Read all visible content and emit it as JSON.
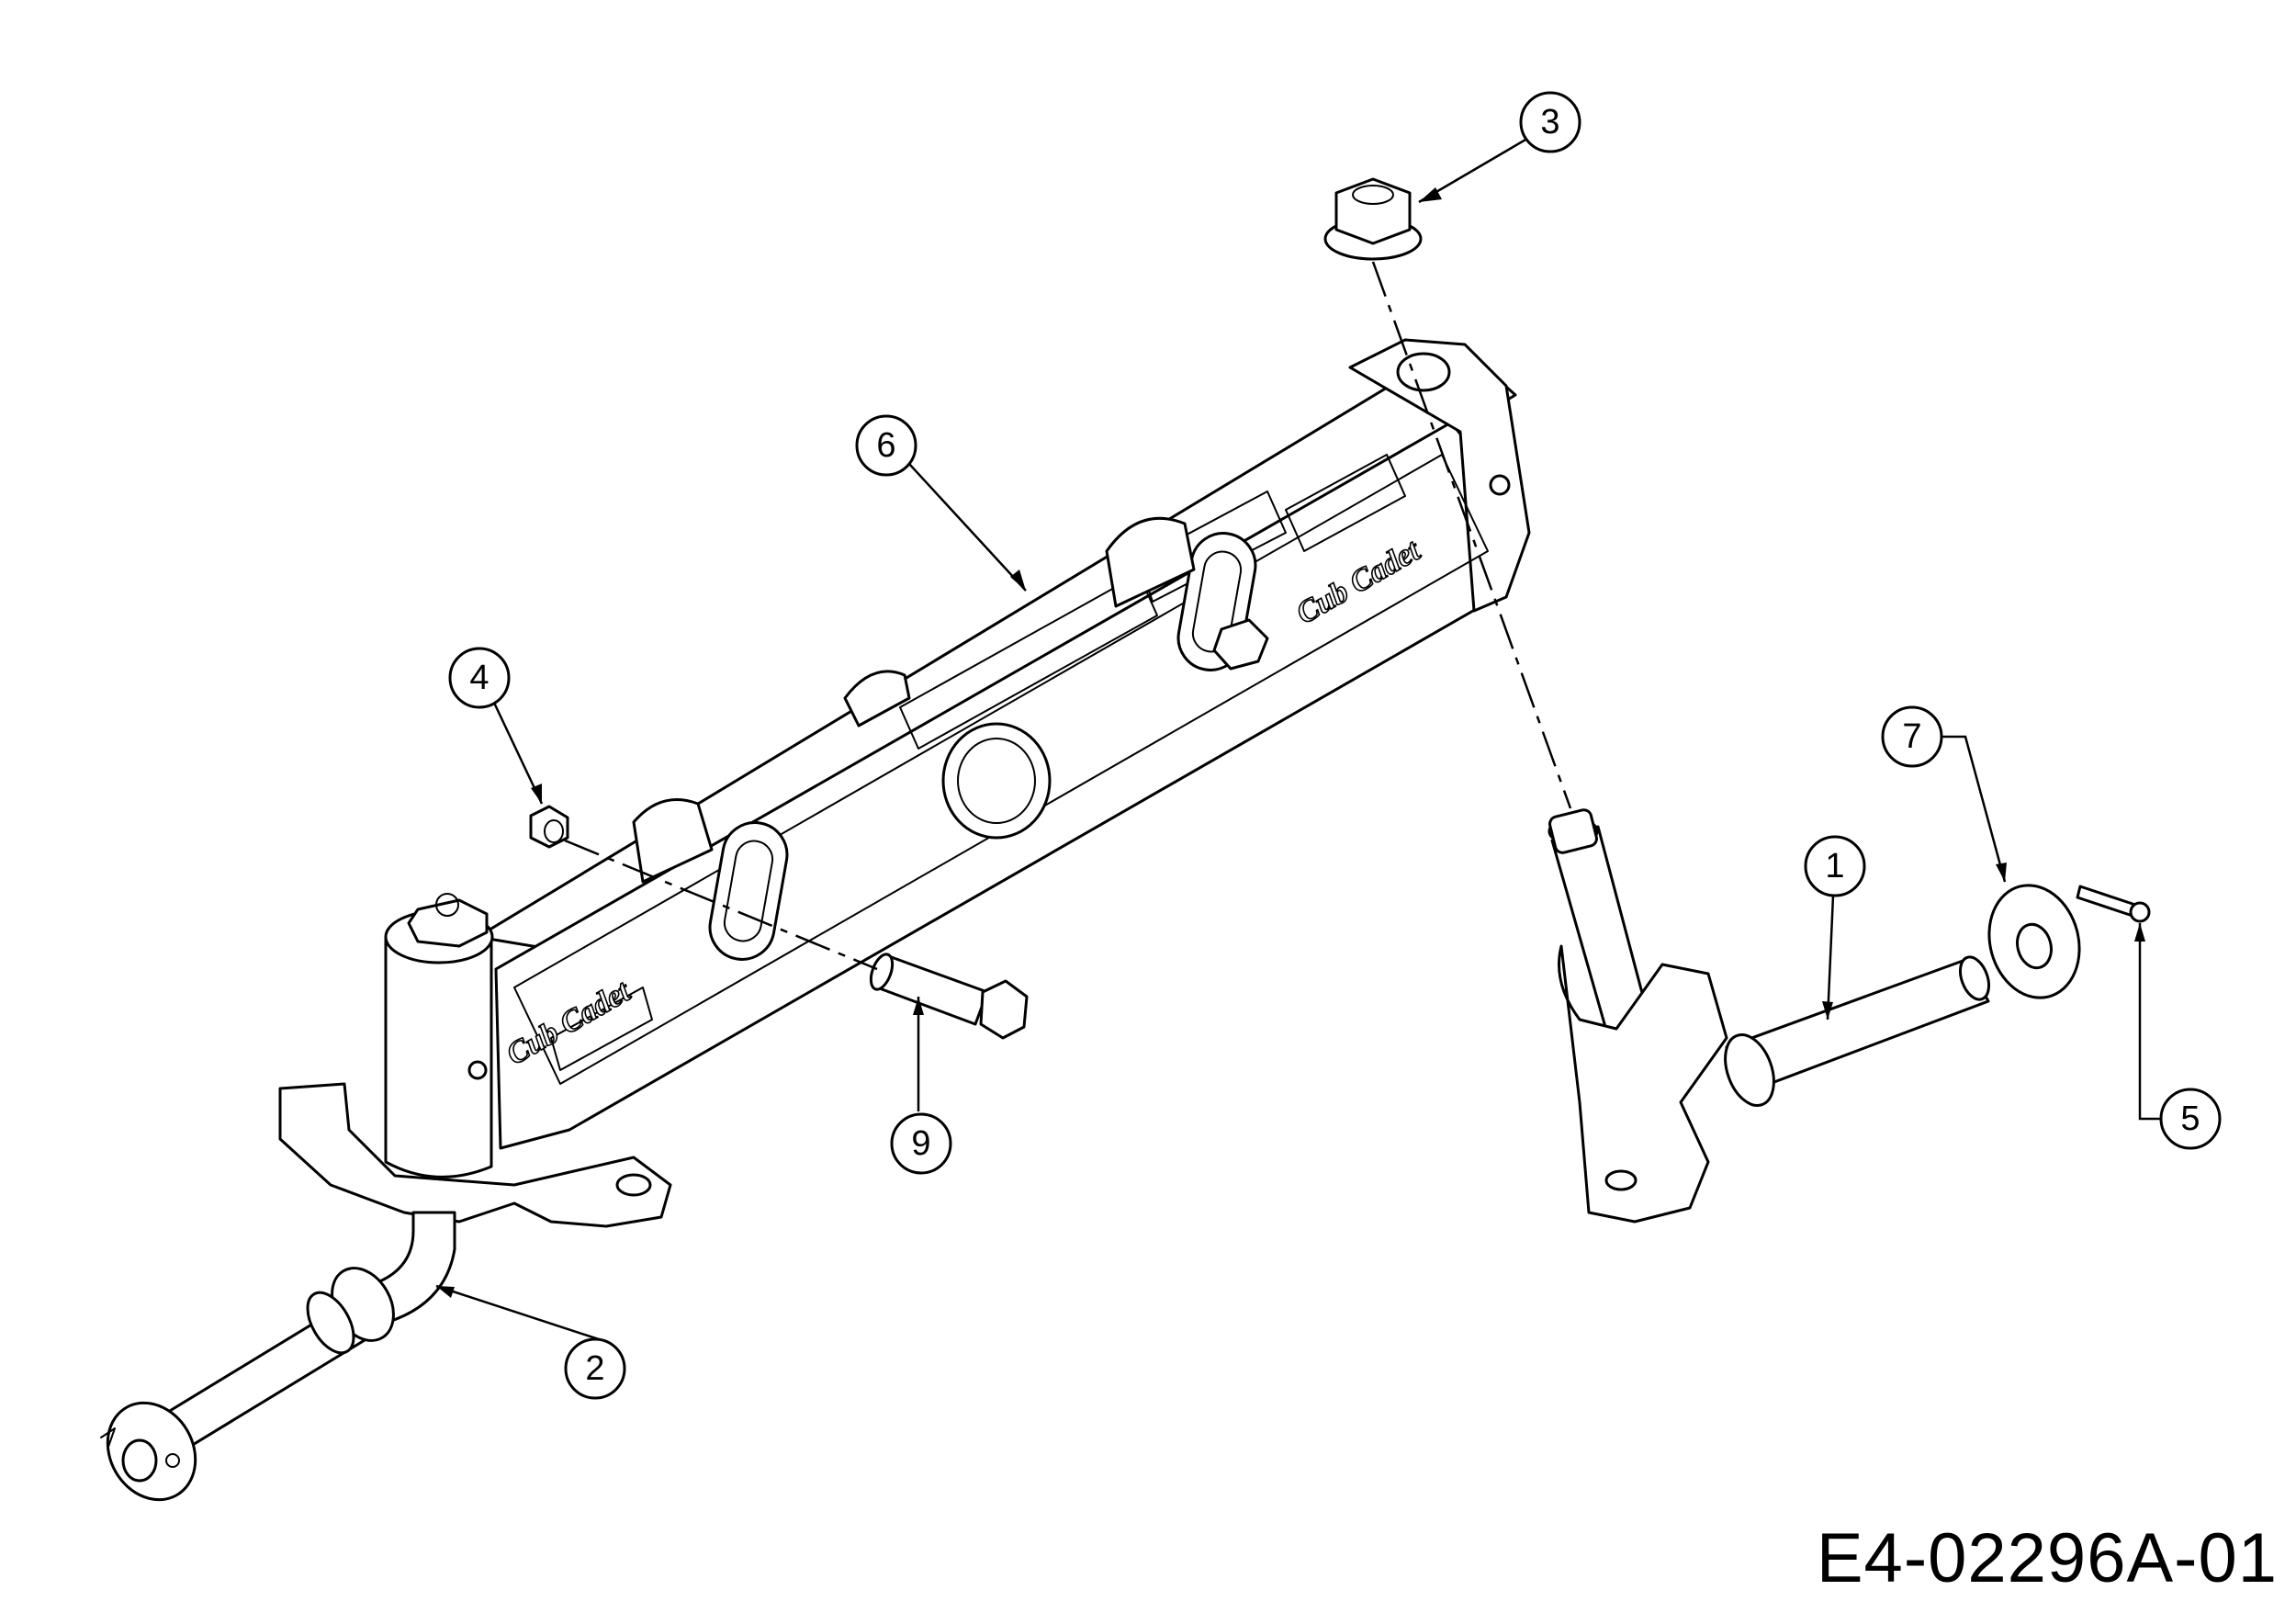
{
  "drawing": {
    "number": "E4-02296A-01",
    "brand_marking": "Cub Cadet"
  },
  "callouts": [
    {
      "id": "callout-1",
      "label": "1",
      "part": "right-spindle-axle"
    },
    {
      "id": "callout-2",
      "label": "2",
      "part": "left-spindle-axle"
    },
    {
      "id": "callout-3",
      "label": "3",
      "part": "flange-lock-nut"
    },
    {
      "id": "callout-4",
      "label": "4",
      "part": "hex-nut"
    },
    {
      "id": "callout-5",
      "label": "5",
      "part": "cotter-pin"
    },
    {
      "id": "callout-6",
      "label": "6",
      "part": "front-axle-beam"
    },
    {
      "id": "callout-7",
      "label": "7",
      "part": "flat-washer"
    },
    {
      "id": "callout-9",
      "label": "9",
      "part": "hex-bolt"
    }
  ]
}
